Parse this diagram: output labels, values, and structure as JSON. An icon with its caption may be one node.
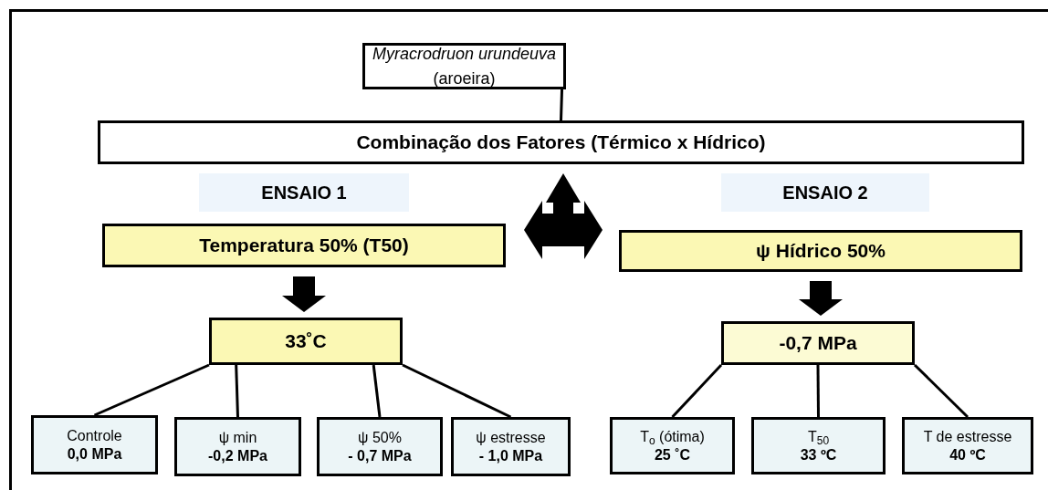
{
  "diagram": {
    "nodes": [
      {
        "text": [
          "*Myracrodruon urundeuva* (aroeira)"
        ]
      },
      {
        "text": [
          "Combinação dos Fatores (Térmico x Hídrico)"
        ]
      },
      {
        "text": [
          "ENSAIO 1"
        ]
      },
      {
        "text": [
          "ENSAIO 2"
        ]
      },
      {
        "text": [
          "Temperatura 50% (T50)"
        ]
      },
      {
        "text": [
          "ψ Hídrico 50%"
        ]
      },
      {
        "text": [
          "33˚C"
        ]
      },
      {
        "text": [
          "-0,7 MPa"
        ]
      },
      {
        "text": [
          "Controle",
          "0,0 MPa"
        ]
      },
      {
        "text": [
          "ψ min",
          "-0,2 MPa"
        ]
      },
      {
        "text": [
          "ψ  50%",
          "- 0,7 MPa"
        ]
      },
      {
        "text": [
          "ψ estresse",
          "- 1,0 MPa"
        ]
      },
      {
        "text": [
          "T$_{o}$  (ótima)",
          "25 ˚C"
        ]
      },
      {
        "text": [
          "T$_{50}$",
          "33 ºC"
        ]
      },
      {
        "text": [
          "T de estresse",
          "40 ºC"
        ]
      },
      {
        "text": [],
        "shape": "arrow"
      }
    ],
    "edges": [
      {
        "from": 0,
        "to": 1,
        "arrow": "none"
      },
      {
        "from": 4,
        "to": 6,
        "arrow": "to",
        "style": "thick"
      },
      {
        "from": 5,
        "to": 7,
        "arrow": "to",
        "style": "thick"
      },
      {
        "from": 6,
        "to": 8,
        "arrow": "none"
      },
      {
        "from": 6,
        "to": 9,
        "arrow": "none"
      },
      {
        "from": 6,
        "to": 10,
        "arrow": "none"
      },
      {
        "from": 6,
        "to": 11,
        "arrow": "none"
      },
      {
        "from": 7,
        "to": 12,
        "arrow": "none"
      },
      {
        "from": 7,
        "to": 13,
        "arrow": "none"
      },
      {
        "from": 7,
        "to": 14,
        "arrow": "none"
      }
    ]
  }
}
